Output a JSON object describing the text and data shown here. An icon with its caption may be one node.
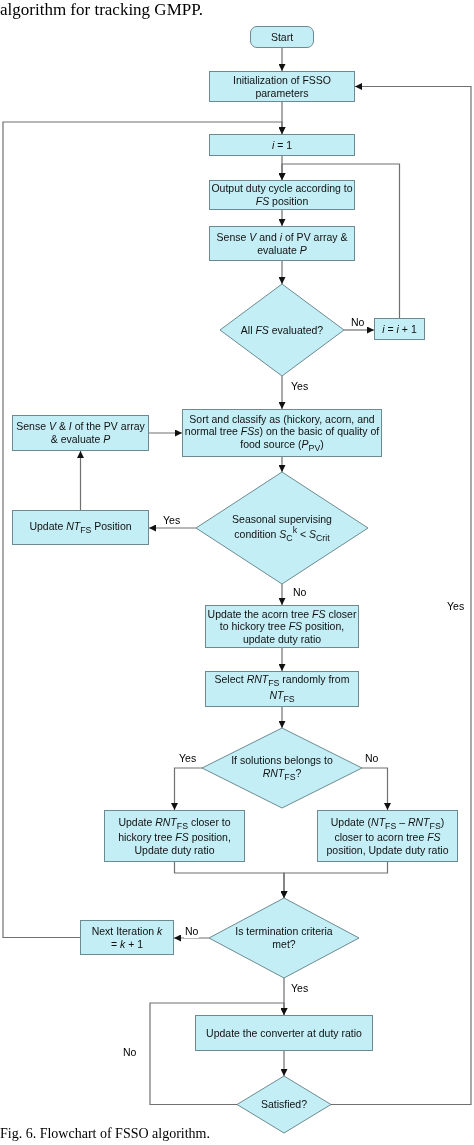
{
  "diagram": {
    "caption": "Fig. 6. Flowchart of FSSO algorithm.",
    "nodes": [
      {
        "text": [
          "Start"
        ]
      },
      {
        "text": [
          "Initialization of FSSO parameters"
        ]
      },
      {
        "text": [
          "*i* = 1"
        ]
      },
      {
        "text": [
          "Output duty cycle according to *FS* position"
        ]
      },
      {
        "text": [
          "Sense *V* and *i* of PV array & evaluate *P*"
        ]
      },
      {
        "text": [
          "All *FS* evaluated?"
        ]
      },
      {
        "text": [
          "*i* = *i* + 1"
        ]
      },
      {
        "text": [
          "Sort and classify as (hickory, acorn, and normal tree *FSs*) on the basic of quality of food source (*P*$_{PV}$)"
        ]
      },
      {
        "text": [
          "Sense *V* & *I* of the PV array & evaluate *P*"
        ]
      },
      {
        "text": [
          "Update *NT*$_{FS}$ Position"
        ]
      },
      {
        "text": [
          "Seasonal supervising condition *S*$_{C}$$^{k}$ < *S*$_{Crit}$"
        ]
      },
      {
        "text": [
          "Update the acorn tree *FS* closer to hickory tree *FS* position, update duty ratio"
        ]
      },
      {
        "text": [
          "Select *RNT*$_{FS}$ randomly from *NT*$_{FS}$"
        ]
      },
      {
        "text": [
          "If solutions belongs to *RNT*$_{FS}$?"
        ]
      },
      {
        "text": [
          "Update *RNT*$_{FS}$ closer to hickory tree *FS* position, Update duty ratio"
        ]
      },
      {
        "text": [
          "Update (*NT*$_{FS}$ – *RNT*$_{FS}$) closer to acorn tree *FS* position, Update duty ratio"
        ]
      },
      {
        "text": [
          "Is termination criteria met?"
        ]
      },
      {
        "text": [
          "Next Iteration *k* = *k* + 1"
        ]
      },
      {
        "text": [
          "Update the converter at duty ratio"
        ]
      },
      {
        "text": [
          "Satisfied?"
        ]
      }
    ],
    "edges": [
      {
        "from": 0,
        "to": 1,
        "arrow": "to"
      },
      {
        "from": 1,
        "to": 2,
        "arrow": "to"
      },
      {
        "from": 2,
        "to": 3,
        "arrow": "to"
      },
      {
        "from": 3,
        "to": 4,
        "arrow": "to"
      },
      {
        "from": 4,
        "to": 5,
        "arrow": "to"
      },
      {
        "from": 5,
        "to": 6,
        "arrow": "to",
        "label": "No"
      },
      {
        "from": 6,
        "to": 3,
        "arrow": "to"
      },
      {
        "from": 5,
        "to": 7,
        "arrow": "to",
        "label": "Yes"
      },
      {
        "from": 8,
        "to": 7,
        "arrow": "to"
      },
      {
        "from": 9,
        "to": 8,
        "arrow": "to"
      },
      {
        "from": 10,
        "to": 9,
        "arrow": "to",
        "label": "Yes"
      },
      {
        "from": 7,
        "to": 10,
        "arrow": "to"
      },
      {
        "from": 10,
        "to": 11,
        "arrow": "to",
        "label": "No"
      },
      {
        "from": 11,
        "to": 12,
        "arrow": "to"
      },
      {
        "from": 12,
        "to": 13,
        "arrow": "to"
      },
      {
        "from": 13,
        "to": 14,
        "arrow": "to",
        "label": "Yes"
      },
      {
        "from": 13,
        "to": 15,
        "arrow": "to",
        "label": "No"
      },
      {
        "from": 14,
        "to": 16,
        "arrow": "to"
      },
      {
        "from": 15,
        "to": 16,
        "arrow": "to"
      },
      {
        "from": 16,
        "to": 17,
        "arrow": "to",
        "label": "No"
      },
      {
        "from": 17,
        "to": 2,
        "arrow": "to"
      },
      {
        "from": 16,
        "to": 18,
        "arrow": "to",
        "label": "Yes"
      },
      {
        "from": 18,
        "to": 19,
        "arrow": "to"
      },
      {
        "from": 19,
        "to": 18,
        "arrow": "to",
        "label": "No"
      },
      {
        "from": 19,
        "to": 1,
        "arrow": "to",
        "label": "Yes"
      }
    ],
    "labels": [
      "algorithm for tracking GMPP."
    ]
  }
}
